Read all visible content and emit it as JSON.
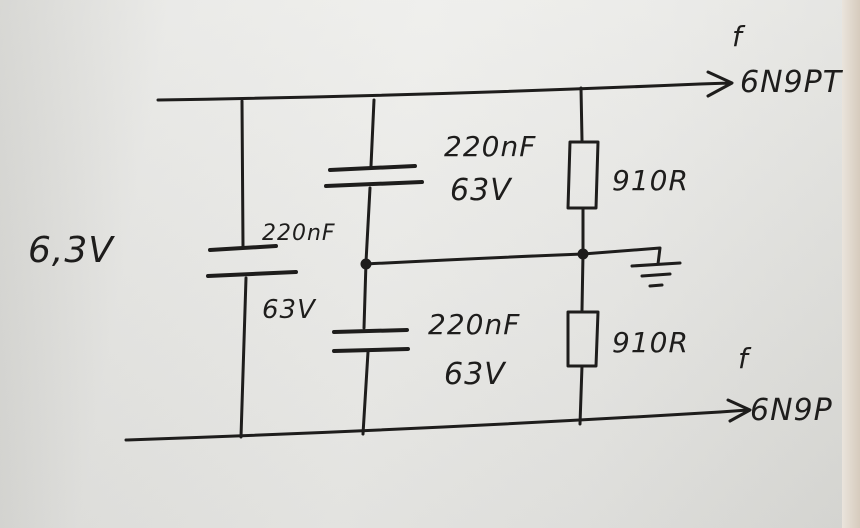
{
  "supply_label": "6,3V",
  "capacitors": [
    {
      "value": "220nF",
      "voltage": "63V"
    },
    {
      "value": "220nF",
      "voltage": "63V"
    },
    {
      "value": "220nF",
      "voltage": "63V"
    }
  ],
  "resistors": [
    {
      "value": "910R"
    },
    {
      "value": "910R"
    }
  ],
  "outputs": [
    {
      "tag": "f",
      "name": "6N9PT"
    },
    {
      "tag": "f",
      "name": "6N9P"
    }
  ]
}
